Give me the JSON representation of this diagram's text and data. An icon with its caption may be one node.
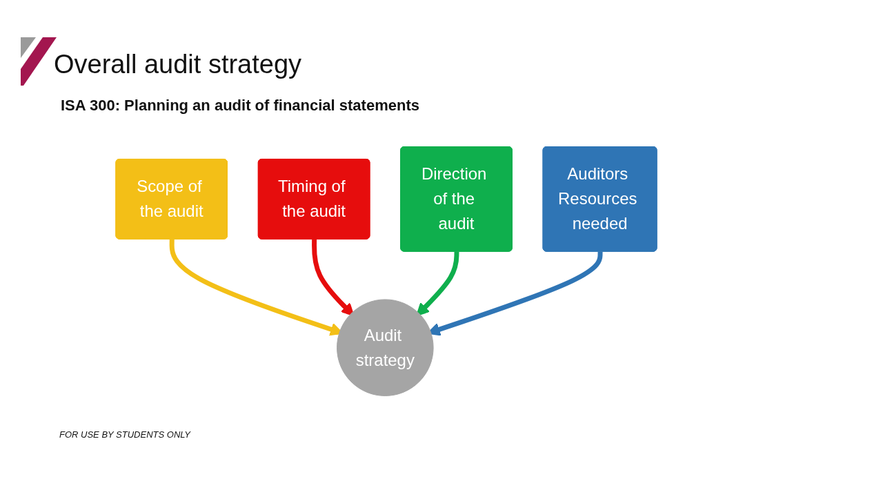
{
  "diagram": {
    "title": "Overall audit strategy",
    "caption": "ISA 300: Planning an audit of financial statements",
    "nodes": [
      {
        "text": [
          "Scope of the audit"
        ]
      },
      {
        "text": [
          "Timing of the audit"
        ]
      },
      {
        "text": [
          "Direction of the audit"
        ]
      },
      {
        "text": [
          "Auditors Resources needed"
        ]
      },
      {
        "text": [
          "Audit strategy"
        ]
      }
    ],
    "edges": [
      {
        "from": 0,
        "to": 4,
        "arrow": "to",
        "color": "#f3bf17"
      },
      {
        "from": 1,
        "to": 4,
        "arrow": "to",
        "color": "#e60d0d"
      },
      {
        "from": 2,
        "to": 4,
        "arrow": "to",
        "color": "#0faf4d"
      },
      {
        "from": 3,
        "to": 4,
        "arrow": "to",
        "color": "#2f75b5"
      }
    ],
    "labels": [
      "FOR USE BY STUDENTS ONLY"
    ]
  }
}
